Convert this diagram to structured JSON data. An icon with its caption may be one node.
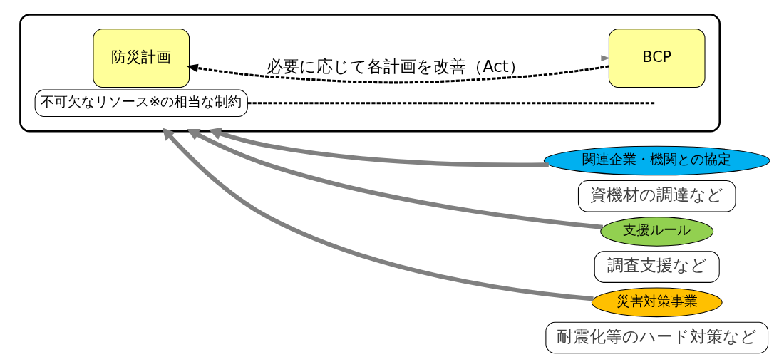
{
  "diagram": {
    "nodes": [
      {
        "text": [],
        "shape": "box"
      },
      {
        "text": [
          "不可欠なリソース※の相当な制約"
        ],
        "in": 0
      },
      {
        "text": [
          "防災計画"
        ],
        "in": 0
      },
      {
        "text": [
          "BCP"
        ],
        "in": 0
      },
      {
        "text": [
          "関連企業・機関との協定"
        ],
        "beside": [
          "資機材の調達など"
        ]
      },
      {
        "text": [
          "支援ルール"
        ],
        "beside": [
          "調査支援など"
        ]
      },
      {
        "text": [
          "災害対策事業"
        ],
        "beside": [
          "耐震化等のハード対策など"
        ]
      }
    ],
    "edges": [
      {
        "from": 2,
        "to": 3,
        "arrow": "to"
      },
      {
        "from": 3,
        "to": 2,
        "arrow": "to",
        "label": "必要に応じて各計画を改善（Act）",
        "style": "dashed",
        "color": "#000000"
      },
      {
        "from": 1,
        "to": null,
        "arrow": "none",
        "style": "dashed",
        "color": "#000000"
      },
      {
        "from": 4,
        "to": 0,
        "arrow": "to",
        "style": "thick"
      },
      {
        "from": 5,
        "to": 0,
        "arrow": "to",
        "style": "thick"
      },
      {
        "from": 6,
        "to": 0,
        "arrow": "to",
        "style": "thick"
      }
    ]
  }
}
